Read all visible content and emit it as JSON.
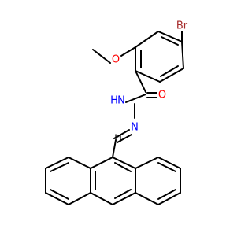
{
  "molecule": {
    "atoms": [
      {
        "id": "Br",
        "label": "Br",
        "color": "#a52a2a"
      },
      {
        "id": "O_methoxy",
        "label": "O",
        "color": "#ff0000"
      },
      {
        "id": "O_carbonyl",
        "label": "O",
        "color": "#ff0000"
      },
      {
        "id": "N_amide",
        "label": "N",
        "color": "#0000ff"
      },
      {
        "id": "H_amide",
        "label": "H",
        "color": "#0000ff"
      },
      {
        "id": "N_imine",
        "label": "N",
        "color": "#0000ff"
      },
      {
        "id": "H_imine",
        "label": "H",
        "color": "#000000"
      }
    ]
  }
}
